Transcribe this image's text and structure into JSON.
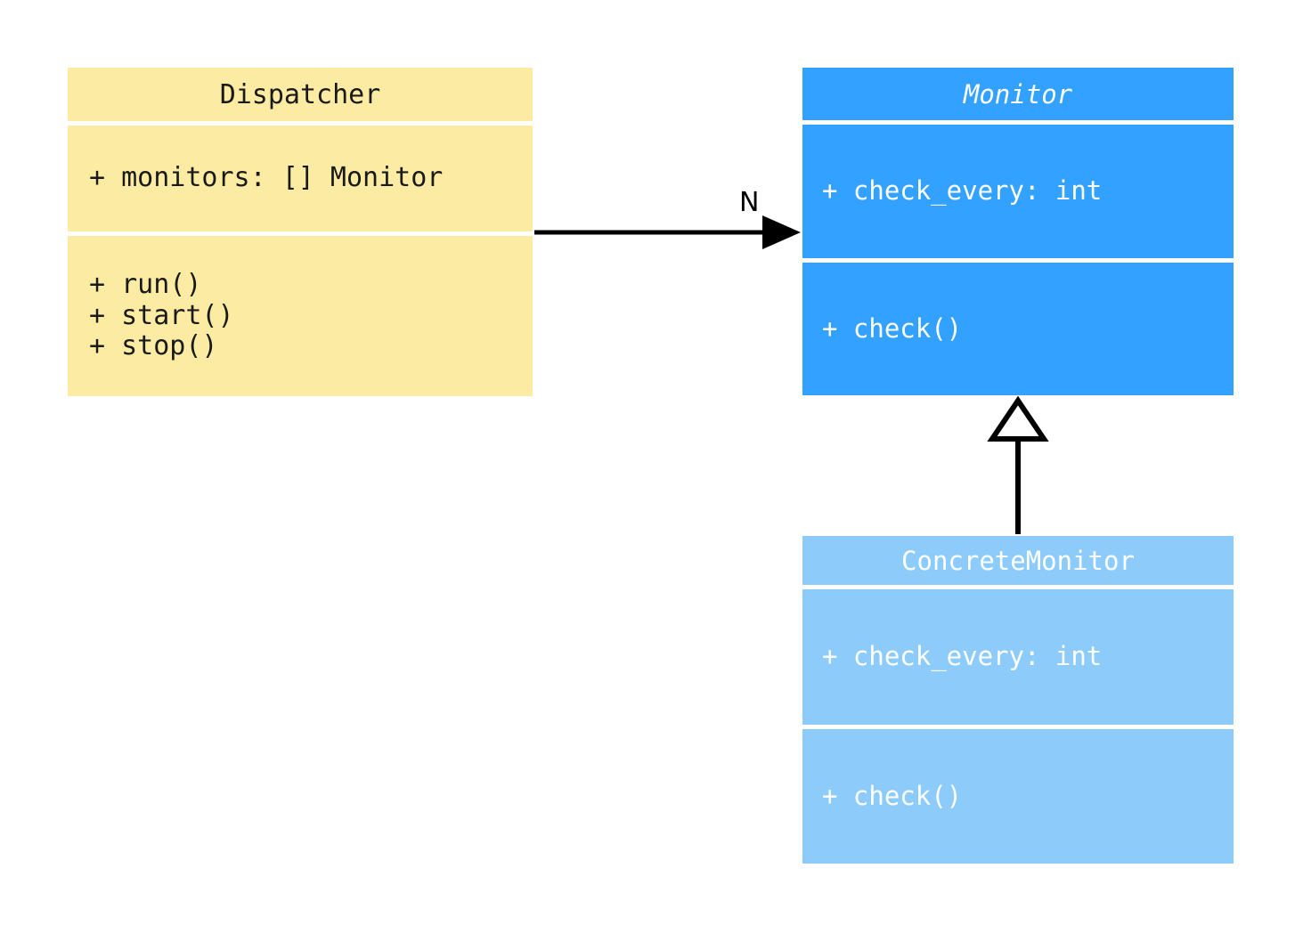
{
  "diagram": {
    "type": "uml-class-diagram",
    "title": "Dispatcher / Monitor class diagram",
    "background_color": "#ffffff"
  },
  "classes": [
    {
      "id": "dispatcher",
      "name": "Dispatcher",
      "stereotype": "concrete",
      "abstract": false,
      "fill_color": "#fbeba3",
      "text_color": "#1a1a1a",
      "attributes": [
        "+ monitors: [] Monitor"
      ],
      "operations": [
        "+ run()",
        "+ start()",
        "+ stop()"
      ]
    },
    {
      "id": "monitor",
      "name": "Monitor",
      "stereotype": "abstract",
      "abstract": true,
      "fill_color": "#33a1ff",
      "text_color": "#ffffff",
      "attributes": [
        "+ check_every: int"
      ],
      "operations": [
        "+ check()"
      ]
    },
    {
      "id": "concretemonitor",
      "name": "ConcreteMonitor",
      "stereotype": "concrete",
      "abstract": false,
      "fill_color": "#8dccfa",
      "text_color": "#ffffff",
      "attributes": [
        "+ check_every: int"
      ],
      "operations": [
        "+ check()"
      ]
    }
  ],
  "relationships": [
    {
      "id": "dispatcher-to-monitor",
      "kind": "association",
      "arrow_head": "solid-filled-triangle",
      "from": "Dispatcher",
      "to": "Monitor",
      "label": "N",
      "line_color": "#000000"
    },
    {
      "id": "concretemonitor-to-monitor",
      "kind": "generalization",
      "arrow_head": "hollow-triangle",
      "from": "ConcreteMonitor",
      "to": "Monitor",
      "label": "",
      "line_color": "#000000"
    }
  ]
}
